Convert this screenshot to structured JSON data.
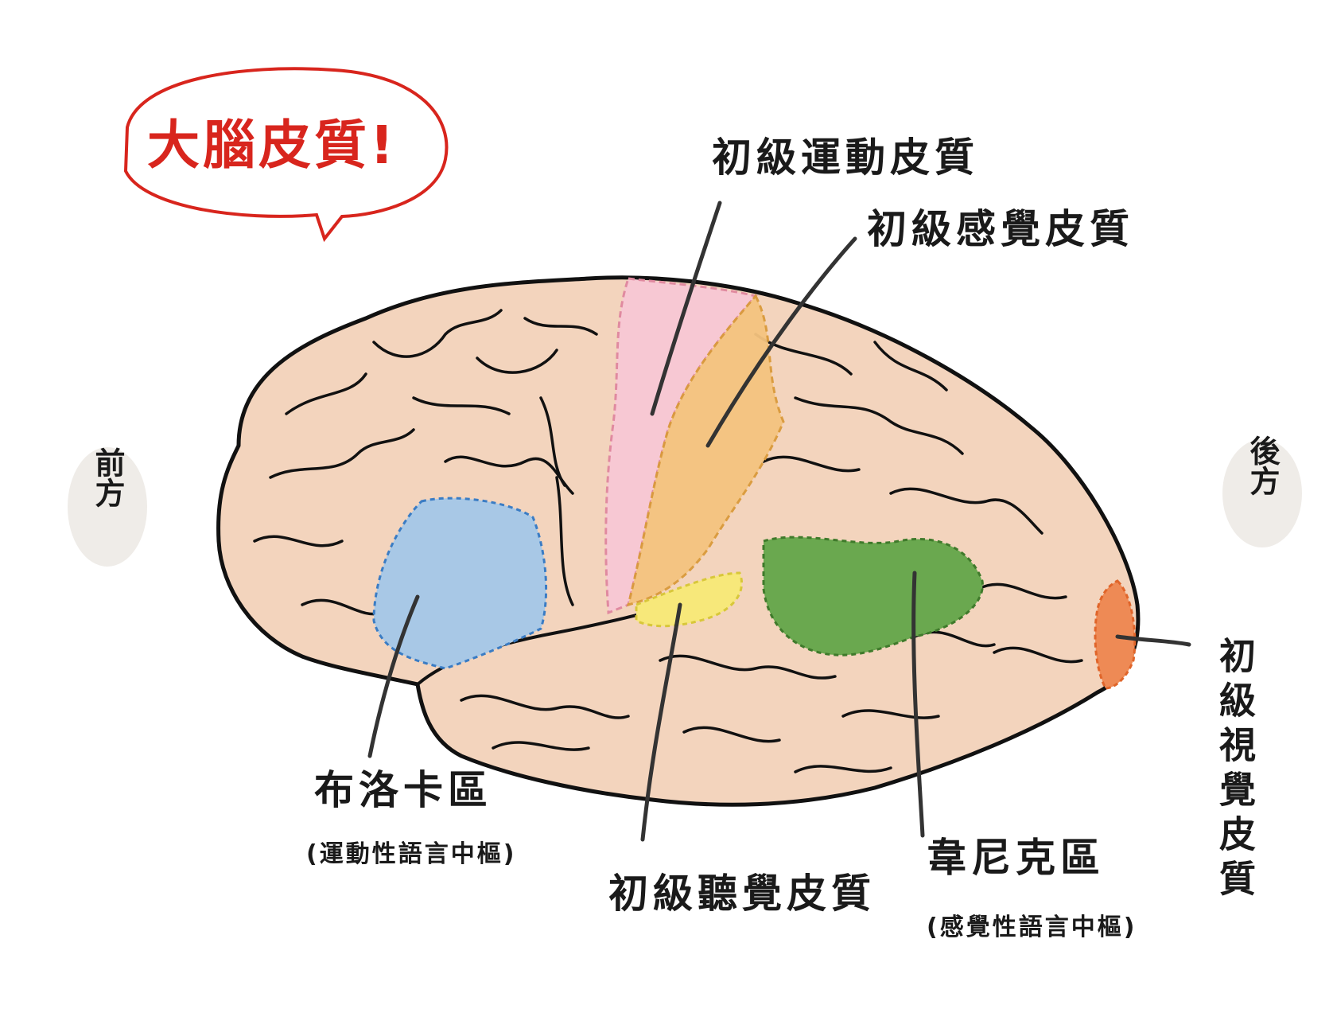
{
  "title": "大腦皮質!",
  "directions": {
    "front": "前方",
    "back": "後方"
  },
  "labels": {
    "primary_motor": "初級運動皮質",
    "primary_sensory": "初級感覺皮質",
    "broca": "布洛卡區",
    "broca_sub": "(運動性語言中樞)",
    "primary_auditory": "初級聽覺皮質",
    "wernicke": "韋尼克區",
    "wernicke_sub": "(感覺性語言中樞)",
    "primary_visual": "初級視覺皮質"
  },
  "colors": {
    "title_red": "#d8251d",
    "brain_fill": "#f3d4bd",
    "motor_pink": "#f7c8d3",
    "sensory_orange": "#f5c47f",
    "broca_blue": "#a8c8e6",
    "auditory_yellow": "#f7e87a",
    "wernicke_green": "#6aa84f",
    "visual_orange": "#ee8a55",
    "bubble_gray": "#efece8"
  }
}
